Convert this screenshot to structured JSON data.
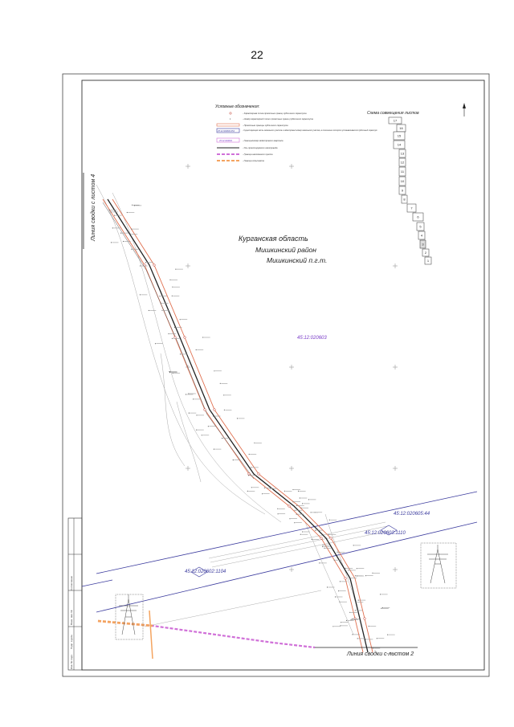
{
  "page": {
    "number": "22"
  },
  "legend": {
    "title": "Условные обозначения:",
    "items": [
      {
        "sample": "",
        "text": "- Характерная точка проектных границ публичного сервитута"
      },
      {
        "sample": "1",
        "text": "- Номер характерной точки проектных границ публичного сервитута"
      },
      {
        "sample": "",
        "text": "- Проектные границы публичного сервитута"
      },
      {
        "sample": "45:12:020603:454",
        "text": "- Существующая часть земельного участка и кадастровый номер земельного участка, в отношении которого устанавливается публичный сервитут"
      },
      {
        "sample": "45:12:020603",
        "text": "- Граница/номер кадастрового квартала"
      },
      {
        "sample": "",
        "text": "- Ось проектируемого газопровода"
      },
      {
        "sample": "",
        "text": "- Граница населенного пункта"
      },
      {
        "sample": "",
        "text": "- Граница сельсовета"
      }
    ]
  },
  "location": {
    "line1": "Курганская область",
    "line2": "Мишкинский район",
    "line3": "Мишкинский п.г.т."
  },
  "cadastral": {
    "quarter": "45:12:020603",
    "parcel_a": "45:12:020605:44",
    "parcel_b": "45:12:020603:1110",
    "parcel_c": "45:12:020602:1104"
  },
  "scheme": {
    "title": "Схема совмещения листов",
    "sheets": [
      "17",
      "16",
      "15",
      "14",
      "13",
      "12",
      "11",
      "10",
      "9",
      "8",
      "7",
      "6",
      "5",
      "4",
      "3",
      "2",
      "1"
    ],
    "current": "3"
  },
  "match_lines": {
    "top": "Линия сводки с листом 4",
    "bottom": "Линия сводки с листом 2"
  },
  "title_block": {
    "labels": [
      "Согласовано",
      "Взам. инв. №",
      "Подп. и дата",
      "Инв. № подл."
    ]
  },
  "colors": {
    "frame": "#333333",
    "servitude": "#e07050",
    "axis": "#222222",
    "cadastral": "#3b3b9e",
    "settlement": "#d070d8",
    "village": "#f4a460"
  }
}
